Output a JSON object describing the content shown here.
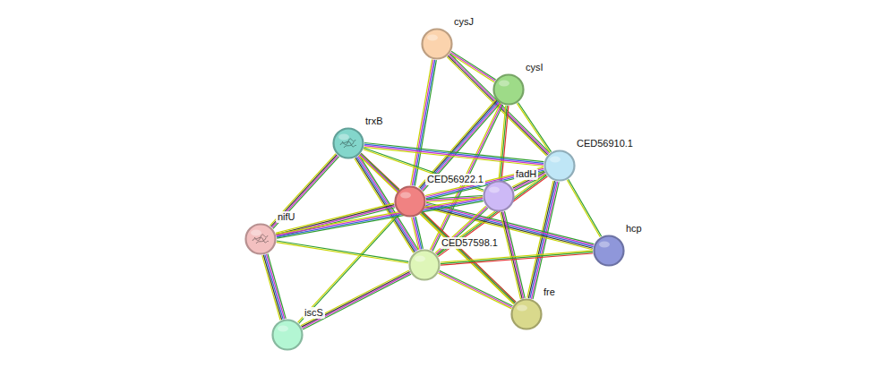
{
  "diagram": {
    "nodes": [
      {
        "text": [
          "cysJ"
        ]
      },
      {
        "text": [
          "cysI"
        ]
      },
      {
        "text": [
          "trxB"
        ]
      },
      {
        "text": [
          "CED56910.1"
        ]
      },
      {
        "text": [
          "CED56922.1"
        ]
      },
      {
        "text": [
          "fadH"
        ]
      },
      {
        "text": [
          "nifU"
        ]
      },
      {
        "text": [
          "hcp"
        ]
      },
      {
        "text": [
          "CED57598.1"
        ]
      },
      {
        "text": [
          "fre"
        ]
      },
      {
        "text": [
          "iscS"
        ]
      }
    ],
    "edges": [
      {
        "from": 0,
        "to": 1,
        "arrow": "none"
      },
      {
        "from": 0,
        "to": 3,
        "arrow": "none"
      },
      {
        "from": 0,
        "to": 4,
        "arrow": "none"
      },
      {
        "from": 1,
        "to": 3,
        "arrow": "none"
      },
      {
        "from": 1,
        "to": 4,
        "arrow": "none"
      },
      {
        "from": 1,
        "to": 5,
        "arrow": "none"
      },
      {
        "from": 1,
        "to": 8,
        "arrow": "none"
      },
      {
        "from": 2,
        "to": 6,
        "arrow": "none"
      },
      {
        "from": 2,
        "to": 3,
        "arrow": "none"
      },
      {
        "from": 2,
        "to": 5,
        "arrow": "none"
      },
      {
        "from": 2,
        "to": 8,
        "arrow": "none"
      },
      {
        "from": 2,
        "to": 4,
        "arrow": "none"
      },
      {
        "from": 2,
        "to": 9,
        "arrow": "none"
      },
      {
        "from": 3,
        "to": 5,
        "arrow": "none"
      },
      {
        "from": 3,
        "to": 4,
        "arrow": "none"
      },
      {
        "from": 3,
        "to": 7,
        "arrow": "none"
      },
      {
        "from": 3,
        "to": 9,
        "arrow": "none"
      },
      {
        "from": 3,
        "to": 8,
        "arrow": "none"
      },
      {
        "from": 4,
        "to": 5,
        "arrow": "none"
      },
      {
        "from": 4,
        "to": 6,
        "arrow": "none"
      },
      {
        "from": 4,
        "to": 8,
        "arrow": "none"
      },
      {
        "from": 4,
        "to": 10,
        "arrow": "none"
      },
      {
        "from": 4,
        "to": 7,
        "arrow": "none"
      },
      {
        "from": 4,
        "to": 9,
        "arrow": "none"
      },
      {
        "from": 5,
        "to": 8,
        "arrow": "none"
      },
      {
        "from": 5,
        "to": 9,
        "arrow": "none"
      },
      {
        "from": 5,
        "to": 6,
        "arrow": "none"
      },
      {
        "from": 6,
        "to": 8,
        "arrow": "none"
      },
      {
        "from": 6,
        "to": 10,
        "arrow": "none"
      },
      {
        "from": 7,
        "to": 8,
        "arrow": "none"
      },
      {
        "from": 8,
        "to": 9,
        "arrow": "none"
      },
      {
        "from": 8,
        "to": 10,
        "arrow": "none"
      }
    ]
  }
}
